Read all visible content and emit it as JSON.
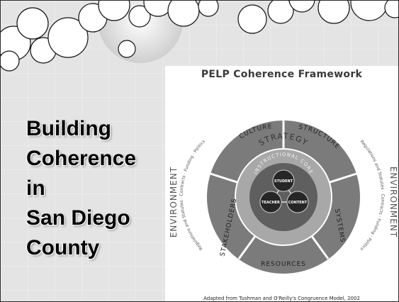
{
  "slide": {
    "title_lines": [
      "Building",
      "Coherence",
      "in",
      "San Diego",
      "County"
    ]
  },
  "framework": {
    "title": "PELP Coherence Framework",
    "segments": {
      "culture": "CULTURE",
      "structure": "STRUCTURE",
      "systems": "SYSTEMS",
      "resources": "RESOURCES",
      "stakeholders": "STAKEHOLDERS"
    },
    "strategy": "STRATEGY",
    "instructional_core": "INSTRUCTIONAL CORE",
    "core_nodes": {
      "student": "STUDENT",
      "teacher": "TEACHER",
      "content": "CONTENT"
    },
    "environment_label": "ENVIRONMENT",
    "environment_items_left": "Regulations and Statutes · Contracts · Funding · Politics",
    "environment_items_right": "Regulations and Statutes · Contracts · Funding · Politics",
    "credit": "Adapted from Tushman and O'Reilly's Congruence Model, 2002"
  },
  "colors": {
    "outer_ring": "#7b7b7b",
    "strategy_ring": "#a8a8a8",
    "core_ring": "#5f5f5f",
    "core_nodes": "#262626"
  }
}
